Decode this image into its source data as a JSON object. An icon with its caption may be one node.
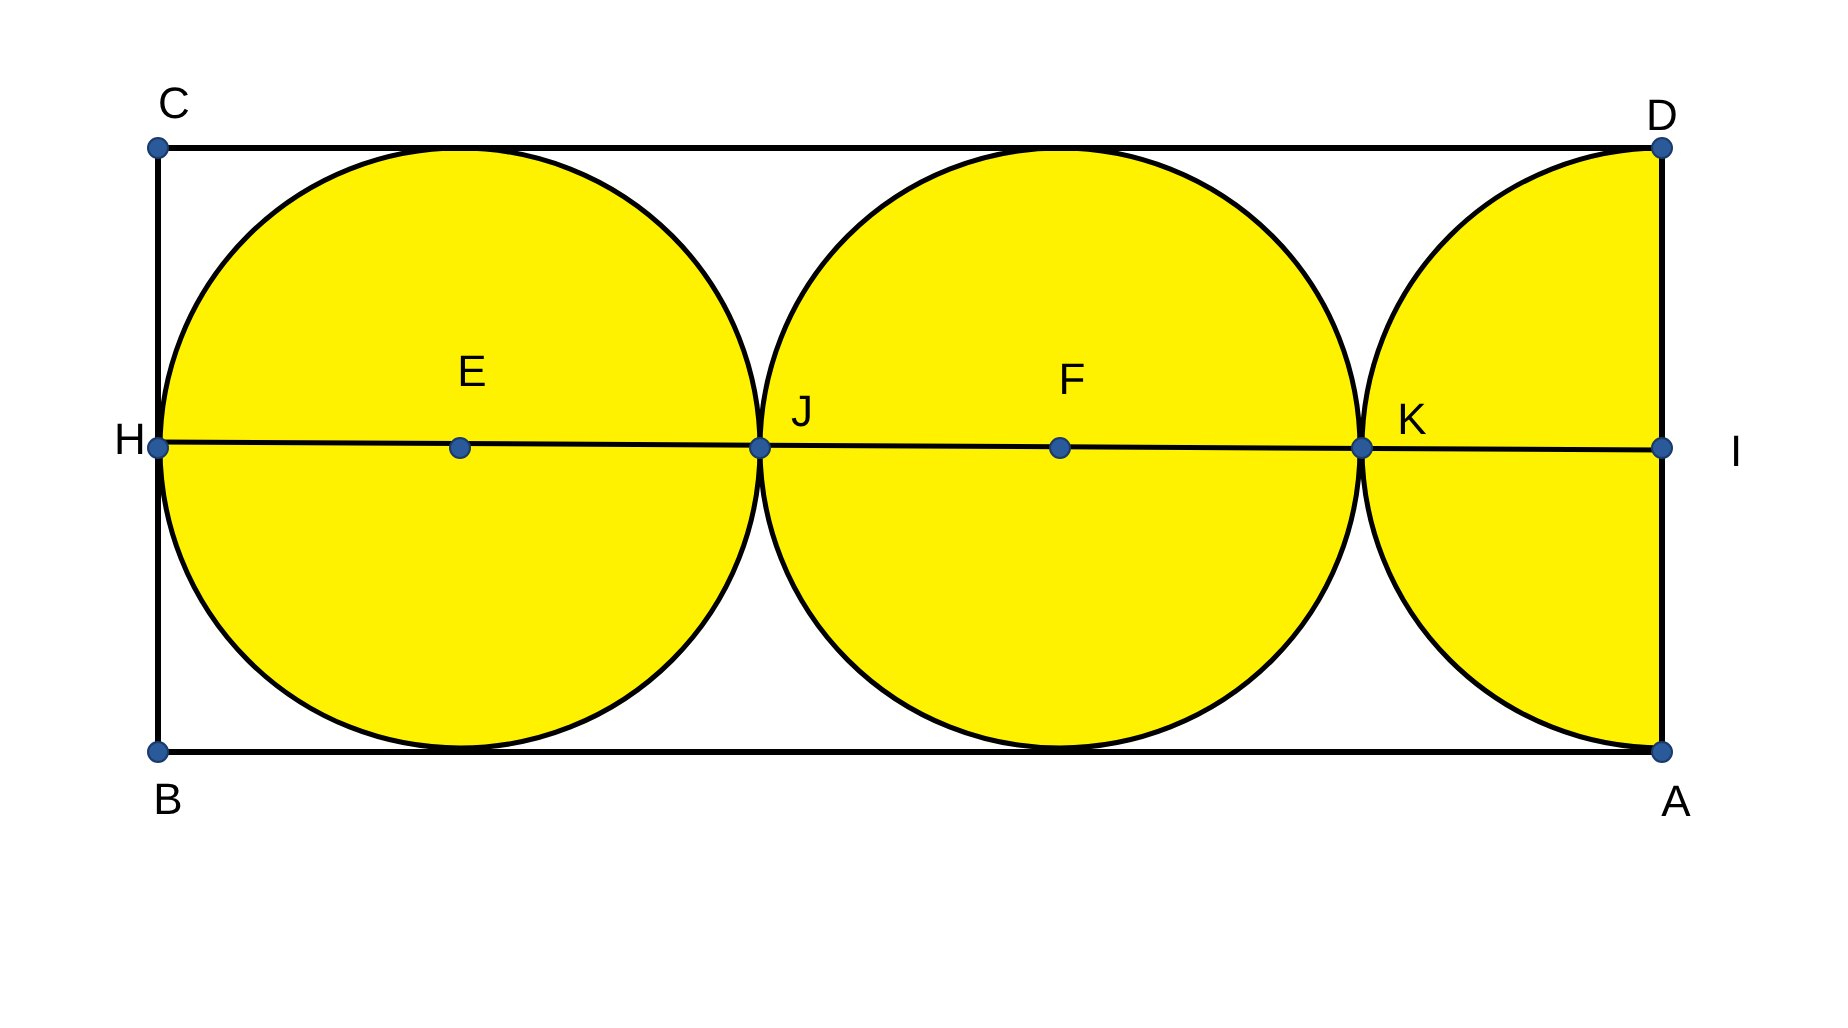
{
  "diagram": {
    "labels": [
      "C",
      "D",
      "E",
      "F",
      "H",
      "J",
      "K",
      "I",
      "B",
      "A"
    ]
  }
}
